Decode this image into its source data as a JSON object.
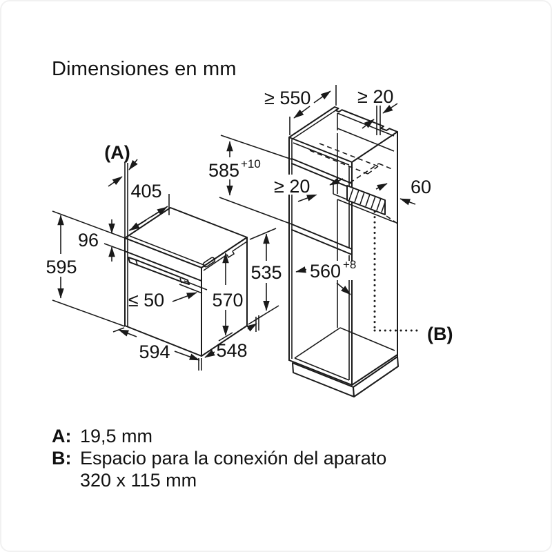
{
  "title": "Dimensiones en mm",
  "dims": {
    "ref_a": "(A)",
    "ref_b": "(B)",
    "oven_top_depth": "405",
    "control_panel_height": "96",
    "oven_height": "595",
    "body_height": "535",
    "door_height": "570",
    "handle_clearance": "≤ 50",
    "oven_width": "594",
    "oven_depth": "548",
    "niche_min_depth": "≥ 550",
    "wall_clearance": "≥ 20",
    "niche_height": "585",
    "niche_height_tolerance": "+10",
    "rear_vent_gap": "≥ 20",
    "connection_side_distance": "60",
    "niche_width": "560",
    "niche_width_tolerance": "+8"
  },
  "notes": {
    "a_key": "A:",
    "a_value": "19,5 mm",
    "b_key": "B:",
    "b_value_line1": "Espacio para la conexión del aparato",
    "b_value_line2": "320 x 115 mm"
  },
  "colors": {
    "line": "#1a1a1a",
    "background": "#ffffff"
  }
}
